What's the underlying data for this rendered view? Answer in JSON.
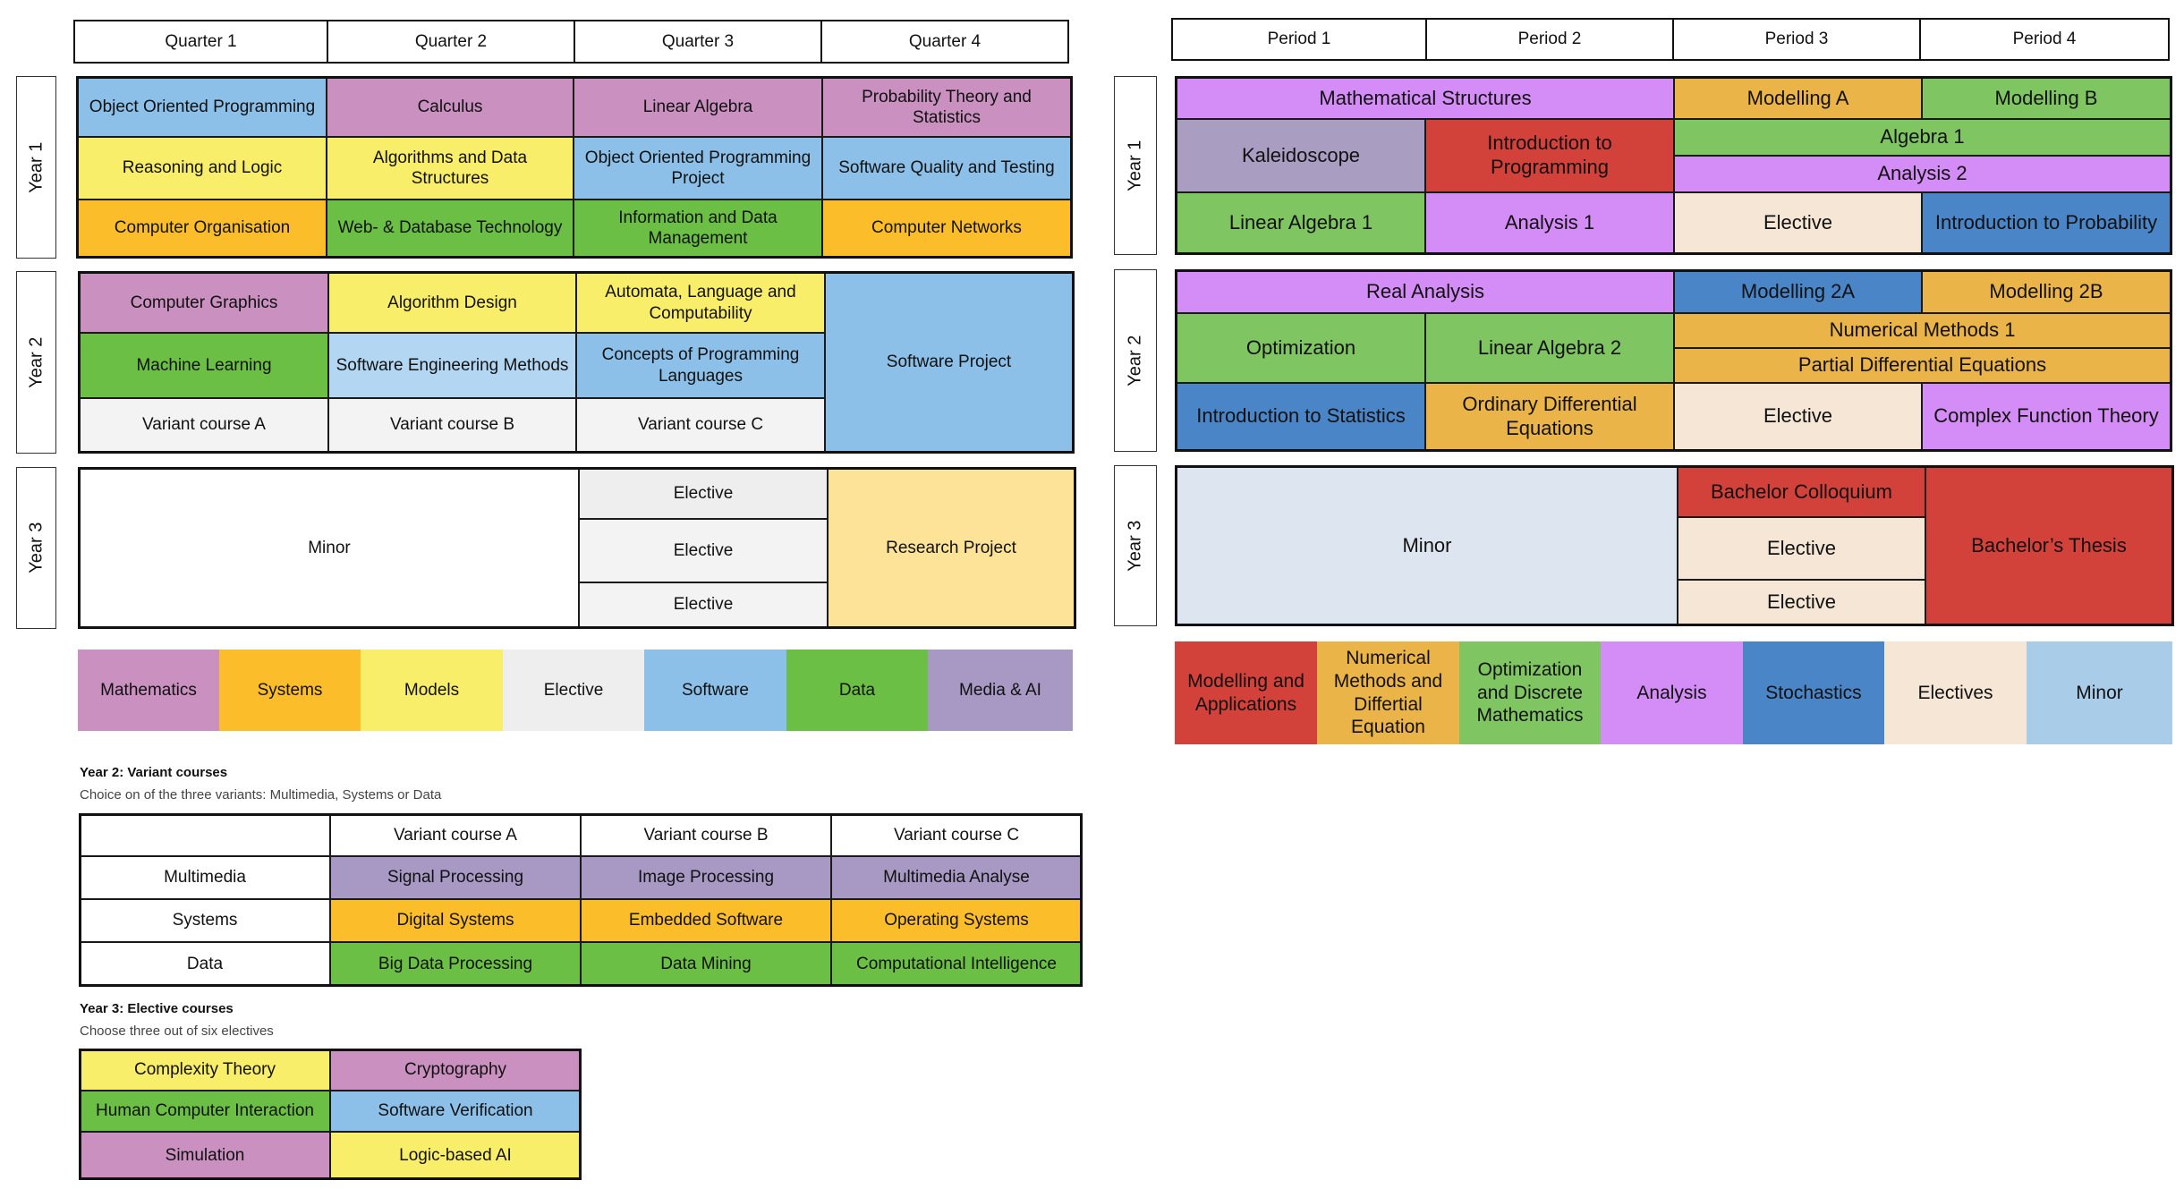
{
  "left": {
    "quarters": [
      "Quarter 1",
      "Quarter 2",
      "Quarter 3",
      "Quarter 4"
    ],
    "years": [
      "Year 1",
      "Year 2",
      "Year 3"
    ],
    "y1": {
      "r1": [
        "Object Oriented Programming",
        "Calculus",
        "Linear Algebra",
        "Probability Theory and Statistics"
      ],
      "r2": [
        "Reasoning and Logic",
        "Algorithms and Data Structures",
        "Object Oriented Programming Project",
        "Software Quality and Testing"
      ],
      "r3": [
        "Computer Organisation",
        "Web- & Database Technology",
        "Information and Data Management",
        "Computer Networks"
      ]
    },
    "y2": {
      "r1": [
        "Computer Graphics",
        "Algorithm Design",
        "Automata, Language and Computability"
      ],
      "r2": [
        "Machine Learning",
        "Software Engineering Methods",
        "Concepts of Programming Languages"
      ],
      "r3": [
        "Variant course A",
        "Variant course B",
        "Variant course C"
      ],
      "software_project": "Software Project"
    },
    "y3": {
      "minor": "Minor",
      "electives": [
        "Elective",
        "Elective",
        "Elective"
      ],
      "research": "Research Project"
    },
    "legend": [
      "Mathematics",
      "Systems",
      "Models",
      "Elective",
      "Software",
      "Data",
      "Media & AI"
    ],
    "variants": {
      "title": "Year 2: Variant courses",
      "subtitle": "Choice on of the three variants: Multimedia, Systems or Data",
      "headers": [
        "",
        "Variant course A",
        "Variant course B",
        "Variant course C"
      ],
      "rows": [
        {
          "name": "Multimedia",
          "cells": [
            "Signal Processing",
            "Image Processing",
            "Multimedia Analyse"
          ]
        },
        {
          "name": "Systems",
          "cells": [
            "Digital Systems",
            "Embedded Software",
            "Operating Systems"
          ]
        },
        {
          "name": "Data",
          "cells": [
            "Big Data Processing",
            "Data Mining",
            "Computational Intelligence"
          ]
        }
      ]
    },
    "electives": {
      "title": "Year 3: Elective courses",
      "subtitle": "Choose three out of six electives",
      "rows": [
        [
          "Complexity Theory",
          "Cryptography"
        ],
        [
          "Human Computer Interaction",
          "Software Verification"
        ],
        [
          "Simulation",
          "Logic-based AI"
        ]
      ]
    }
  },
  "right": {
    "periods": [
      "Period 1",
      "Period 2",
      "Period 3",
      "Period 4"
    ],
    "years": [
      "Year 1",
      "Year 2",
      "Year 3"
    ],
    "y1": {
      "math_structures": "Mathematical Structures",
      "modelling_a": "Modelling A",
      "modelling_b": "Modelling B",
      "kaleidoscope": "Kaleidoscope",
      "intro_programming": "Introduction to Programming",
      "algebra1": "Algebra 1",
      "analysis2": "Analysis 2",
      "linear_algebra1": "Linear Algebra 1",
      "analysis1": "Analysis 1",
      "elective": "Elective",
      "intro_probability": "Introduction to Probability"
    },
    "y2": {
      "real_analysis": "Real Analysis",
      "modelling_2a": "Modelling 2A",
      "modelling_2b": "Modelling 2B",
      "optimization": "Optimization",
      "linear_algebra2": "Linear Algebra 2",
      "numerical_methods1": "Numerical Methods 1",
      "pde": "Partial Differential Equations",
      "intro_statistics": "Introduction to Statistics",
      "ode": "Ordinary Differential Equations",
      "elective": "Elective",
      "complex_function": "Complex Function Theory"
    },
    "y3": {
      "minor": "Minor",
      "colloquium": "Bachelor Colloquium",
      "elective1": "Elective",
      "elective2": "Elective",
      "thesis": "Bachelor’s Thesis"
    },
    "legend": [
      "Modelling and Applications",
      "Numerical Methods and Differtial Equation",
      "Optimization and Discrete Mathematics",
      "Analysis",
      "Stochastics",
      "Electives",
      "Minor"
    ]
  }
}
